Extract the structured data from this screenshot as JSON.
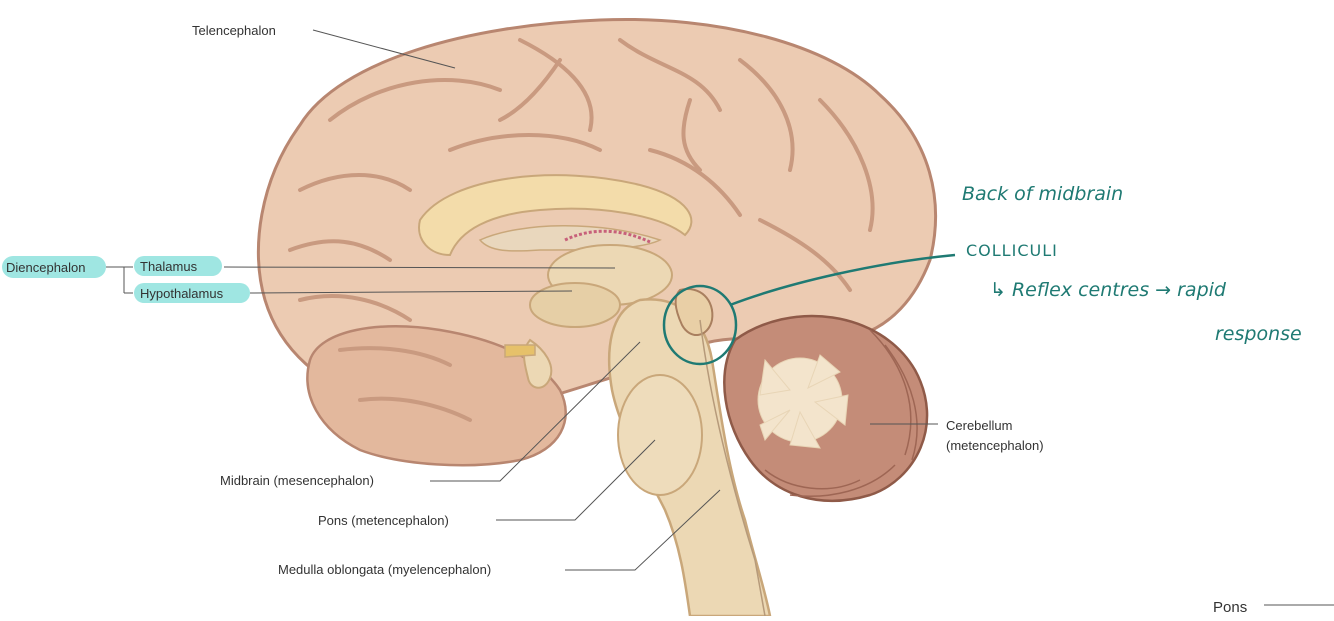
{
  "labels": {
    "telencephalon": "Telencephalon",
    "diencephalon": "Diencephalon",
    "thalamus": "Thalamus",
    "hypothalamus": "Hypothalamus",
    "midbrain": "Midbrain (mesencephalon)",
    "pons": "Pons (metencephalon)",
    "medulla": "Medulla oblongata (myelencephalon)",
    "cerebellum_line1": "Cerebellum",
    "cerebellum_line2": "(metencephalon)",
    "pons_bottom": "Pons"
  },
  "annotations": {
    "back_of_midbrain": "Back of midbrain",
    "colliculi": "COLLICULI",
    "reflex_centres": "↳ Reflex centres → rapid",
    "response": "response"
  },
  "colors": {
    "highlight": "#9fe6e2",
    "ink": "#1f7a73",
    "cortex": "#eccbb2",
    "cortex_fold": "#c99a80",
    "brainstem": "#ecd8b4",
    "cerebellum": "#c48c78",
    "leader": "#555555"
  }
}
